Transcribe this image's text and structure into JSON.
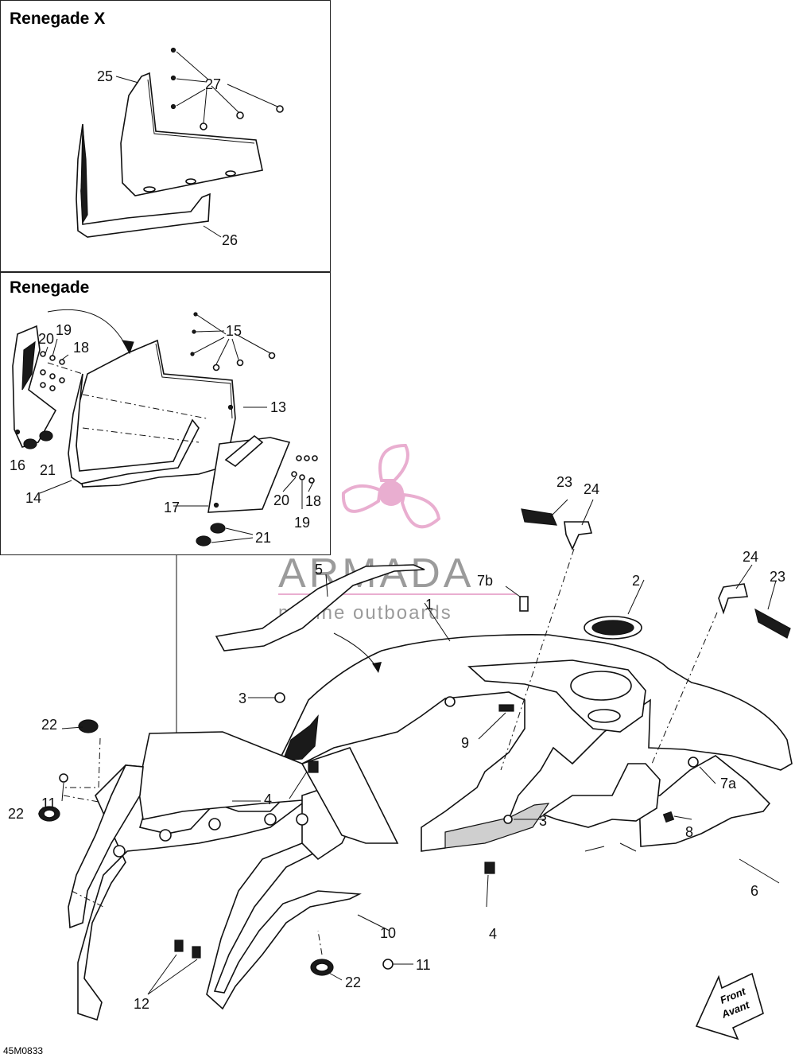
{
  "boxes": {
    "renegade_x": {
      "title": "Renegade X"
    },
    "renegade": {
      "title": "Renegade"
    }
  },
  "watermark": {
    "brand": "ARMADA",
    "tagline": "marine outboards",
    "color": "#e6a0c8"
  },
  "callouts": {
    "c1": "1",
    "c2": "2",
    "c3a": "3",
    "c3b": "3",
    "c4a": "4",
    "c4b": "4",
    "c5": "5",
    "c6": "6",
    "c7a": "7a",
    "c7b": "7b",
    "c8": "8",
    "c9": "9",
    "c10": "10",
    "c11a": "11",
    "c11b": "11",
    "c12": "12",
    "c13": "13",
    "c14": "14",
    "c15": "15",
    "c16": "16",
    "c17": "17",
    "c18a": "18",
    "c18b": "18",
    "c19a": "19",
    "c19b": "19",
    "c20a": "20",
    "c20b": "20",
    "c21a": "21",
    "c21b": "21",
    "c22a": "22",
    "c22b": "22",
    "c22c": "22",
    "c23a": "23",
    "c23b": "23",
    "c24a": "24",
    "c24b": "24",
    "c25": "25",
    "c26": "26",
    "c27": "27"
  },
  "front_arrow": {
    "line1": "Front",
    "line2": "Avant"
  },
  "figure_ref": "45M0833"
}
